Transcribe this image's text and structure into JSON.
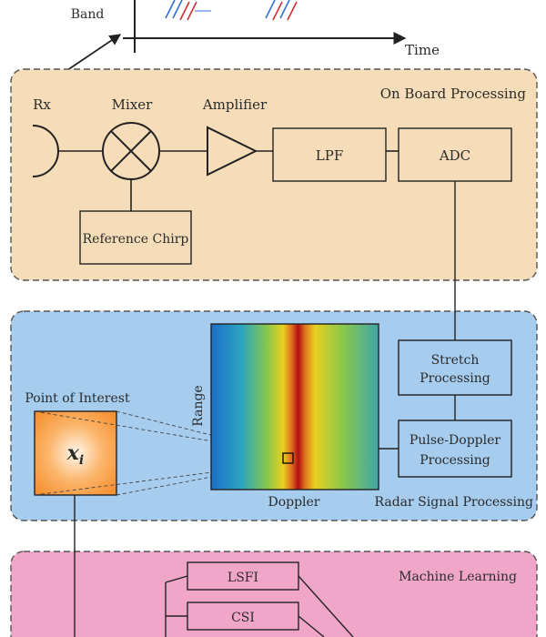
{
  "top_chart": {
    "band_label": "Band",
    "time_label": "Time"
  },
  "on_board": {
    "title": "On Board Processing",
    "rx": "Rx",
    "mixer": "Mixer",
    "amplifier": "Amplifier",
    "lpf": "LPF",
    "adc": "ADC",
    "reference_chirp": "Reference Chirp"
  },
  "radar": {
    "title": "Radar Signal Processing",
    "point_of_interest": "Point of Interest",
    "x_symbol": "x",
    "x_subscript": "i",
    "range_label": "Range",
    "doppler_label": "Doppler",
    "stretch_processing": [
      "Stretch",
      "Processing"
    ],
    "pulse_doppler_processing": [
      "Pulse-Doppler",
      "Processing"
    ]
  },
  "machine_learning": {
    "title": "Machine Learning",
    "lsfi": "LSFI",
    "csi": "CSI"
  },
  "colors": {
    "on_board_fill": "#f6ddb9",
    "radar_fill": "#a6ccee",
    "ml_fill": "#f0a6c8",
    "chirp_blue": "#2f6fd0",
    "chirp_red": "#d03030",
    "poi_orange": "#f5841f",
    "heatmap_peak": "#b01010"
  }
}
